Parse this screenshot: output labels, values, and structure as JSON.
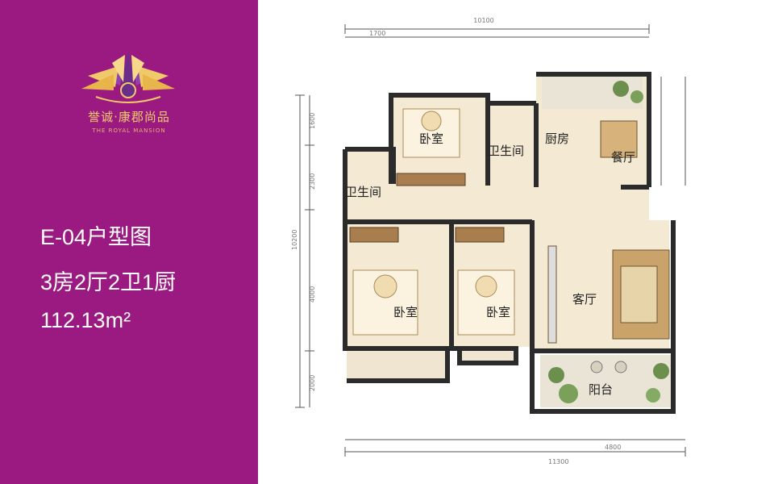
{
  "brand": {
    "name": "誉诚·康郡尚品",
    "tagline": "THE ROYAL MANSION"
  },
  "info": {
    "title": "E-04户型图",
    "spec": "3房2厅2卫1厨",
    "area": "112.13m²"
  },
  "colors": {
    "panel": "#9b1a82",
    "gold": "#f0c96a",
    "floor": "#f4ead4",
    "wall": "#2b2b2b"
  },
  "rooms": {
    "bedroom_top": "卧室",
    "bathroom_top": "卫生间",
    "kitchen": "厨房",
    "dining": "餐厅",
    "bathroom_left": "卫生间",
    "bedroom_left": "卧室",
    "bedroom_mid": "卧室",
    "living": "客厅",
    "balcony": "阳台"
  },
  "dimensions": {
    "top_total": "10100",
    "top_segment": "1700",
    "bottom_segment": "4800",
    "bottom_total": "11300",
    "left_total": "10200",
    "left_1": "1600",
    "left_2": "2300",
    "left_3": "4000",
    "left_4": "2000"
  }
}
